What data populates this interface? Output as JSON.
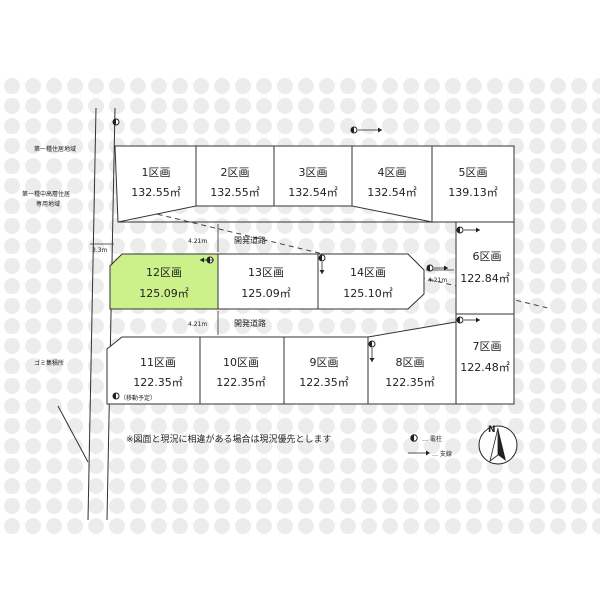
{
  "zoning": {
    "first_class": "第一種住居地域",
    "first_class_mid_high_line1": "第一種中高層住居",
    "first_class_mid_high_line2": "専用地域"
  },
  "roads": {
    "upper_label": "開発道路",
    "lower_label": "開発道路",
    "upper_width": "4.21m",
    "lower_width": "4.21m",
    "left_width": "3.3m",
    "right_width": "4.21m"
  },
  "lots": [
    {
      "name": "1区画",
      "area": "132.55㎡",
      "highlighted": false
    },
    {
      "name": "2区画",
      "area": "132.55㎡",
      "highlighted": false
    },
    {
      "name": "3区画",
      "area": "132.54㎡",
      "highlighted": false
    },
    {
      "name": "4区画",
      "area": "132.54㎡",
      "highlighted": false
    },
    {
      "name": "5区画",
      "area": "139.13㎡",
      "highlighted": false
    },
    {
      "name": "6区画",
      "area": "122.84㎡",
      "highlighted": false
    },
    {
      "name": "7区画",
      "area": "122.48㎡",
      "highlighted": false
    },
    {
      "name": "8区画",
      "area": "122.35㎡",
      "highlighted": false
    },
    {
      "name": "9区画",
      "area": "122.35㎡",
      "highlighted": false
    },
    {
      "name": "10区画",
      "area": "122.35㎡",
      "highlighted": false
    },
    {
      "name": "11区画",
      "area": "122.35㎡",
      "highlighted": false
    },
    {
      "name": "12区画",
      "area": "125.09㎡",
      "highlighted": true
    },
    {
      "name": "13区画",
      "area": "125.09㎡",
      "highlighted": false
    },
    {
      "name": "14区画",
      "area": "125.10㎡",
      "highlighted": false
    }
  ],
  "garbage_label": "ゴミ集積所",
  "relocation_note": "（移動予定）",
  "disclaimer": "※図面と現況に相違がある場合は現況優先とします",
  "legend": {
    "pole": "… 電柱",
    "guy_wire": "… 支線"
  },
  "north_label": "N",
  "colors": {
    "highlight": "#ccf08a",
    "line": "#333333",
    "watermark": "#ececec"
  }
}
